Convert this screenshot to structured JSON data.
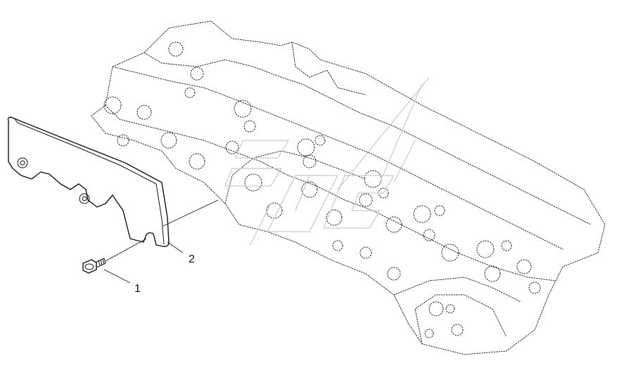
{
  "callouts": [
    {
      "id": "1",
      "label": "1"
    },
    {
      "id": "2",
      "label": "2"
    }
  ],
  "colors": {
    "line": "#111111",
    "ghost": "#222222",
    "watermark": "#c9c9c9"
  }
}
